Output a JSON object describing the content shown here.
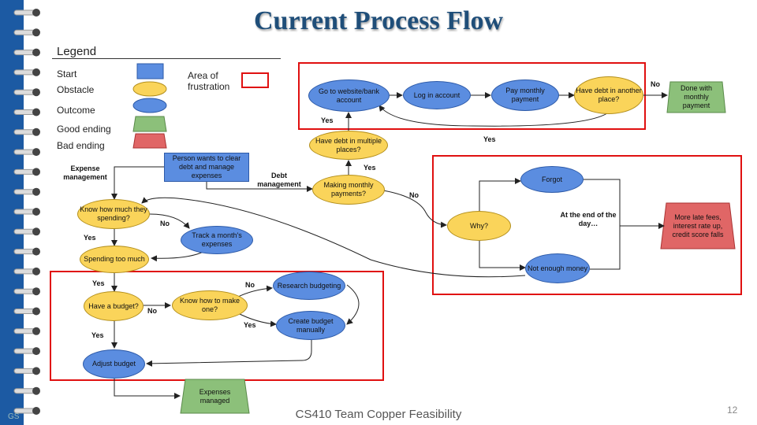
{
  "title": "Current Process Flow",
  "legend": {
    "heading": "Legend",
    "start": "Start",
    "obstacle": "Obstacle",
    "outcome": "Outcome",
    "good_ending": "Good ending",
    "bad_ending": "Bad ending",
    "frustration": "Area of frustration"
  },
  "nodes": {
    "start": "Person wants to clear debt and manage expenses",
    "know_spending": "Know how much they spending?",
    "track_expenses": "Track a month's expenses",
    "spending_too_much": "Spending too much",
    "have_budget": "Have a budget?",
    "know_make": "Know how to make one?",
    "research_budgeting": "Research budgeting",
    "create_budget": "Create budget manually",
    "adjust_budget": "Adjust budget",
    "expenses_managed": "Expenses managed",
    "making_payments": "Making monthly payments?",
    "debt_multiple": "Have debt in multiple places?",
    "go_website": "Go to website/bank account",
    "log_in": "Log in account",
    "pay_monthly": "Pay monthly payment",
    "debt_another": "Have debt in another place?",
    "done_payment": "Done with monthly payment",
    "why": "Why?",
    "forgot": "Forgot",
    "not_enough": "Not enough money",
    "end_of_day": "At the end of the day…",
    "late_fees": "More late fees, interest rate up, credit score falls"
  },
  "labels": {
    "expense_management": "Expense management",
    "debt_management": "Debt management",
    "no": "No",
    "yes": "Yes"
  },
  "footer": "CS410 Team Copper Feasibility",
  "page_number": "12",
  "watermark": "GS",
  "colors": {
    "spine": "#1c5aa3",
    "start": "#5b8de0",
    "obstacle": "#fad45a",
    "good": "#8cc07a",
    "bad": "#e06666",
    "frustration": "#e01010",
    "title": "#1f4e79"
  }
}
